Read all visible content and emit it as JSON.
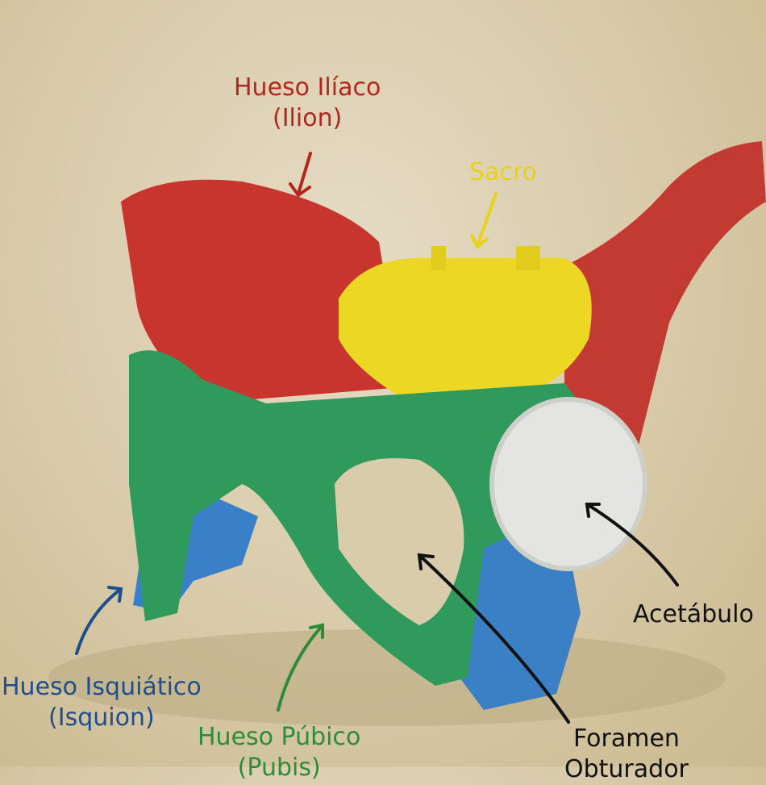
{
  "labels": {
    "ilion": {
      "line1": "Hueso Ilíaco",
      "line2": "(Ilion)",
      "color": "#b3261e"
    },
    "sacro": {
      "line1": "Sacro",
      "color": "#e8d21a"
    },
    "isquion": {
      "line1": "Hueso Isquiático",
      "line2": "(Isquion)",
      "color": "#1f4e8c"
    },
    "pubis": {
      "line1": "Hueso Púbico",
      "line2": "(Pubis)",
      "color": "#2e8b3a"
    },
    "acetabulo": {
      "line1": "Acetábulo",
      "color": "#111111"
    },
    "foramen": {
      "line1": "Foramen",
      "line2": "Obturador",
      "color": "#111111"
    }
  }
}
